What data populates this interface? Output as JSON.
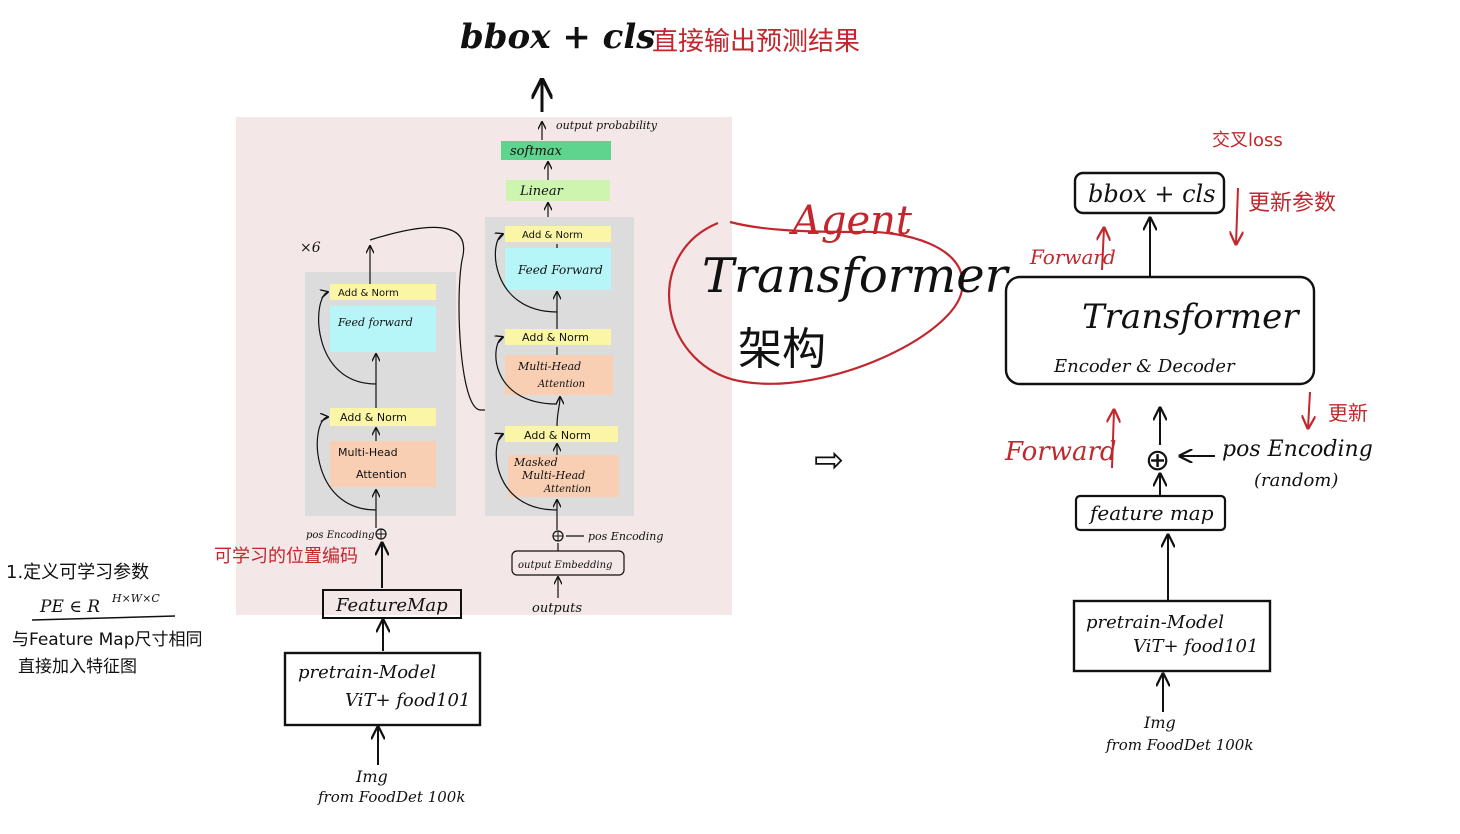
{
  "colors": {
    "ink": "#111111",
    "red_ink": "#c1272d",
    "panel_bg": "#f3e7e7",
    "block_bg": "#dcdcdc",
    "add_norm": "#fbf6a6",
    "feed_forward": "#b7f6f8",
    "attention": "#f9cfb4",
    "linear": "#cdf5b0",
    "softmax": "#5fd48f"
  },
  "top": {
    "output_label": "bbox + cls",
    "output_note": "直接输出预测结果"
  },
  "transformer_figure": {
    "output_probabilities": "output probability",
    "softmax": "softmax",
    "linear": "Linear",
    "repeat": "×6",
    "encoder": {
      "add_norm_top": "Add & Norm",
      "feed_forward": "Feed forward",
      "add_norm_bottom": "Add & Norm",
      "attention_line1": "Multi-Head",
      "attention_line2": "Attention",
      "pos_encoding": "pos Encoding"
    },
    "decoder": {
      "add_norm_top": "Add & Norm",
      "feed_forward": "Feed Forward",
      "add_norm_mid": "Add & Norm",
      "attention_line1": "Multi-Head",
      "attention_line2": "Attention",
      "add_norm_bottom": "Add & Norm",
      "masked_line1": "Masked",
      "masked_line2": "Multi-Head",
      "masked_line3": "Attention",
      "pos_encoding": "pos Encoding",
      "output_embedding": "output Embedding",
      "outputs": "outputs"
    }
  },
  "left_pipeline": {
    "learnable_pe_note": "可学习的位置编码",
    "feature_map": "FeatureMap",
    "model_line1": "pretrain-Model",
    "model_line2": "ViT+ food101",
    "input_line1": "Img",
    "input_line2": "from FoodDet 100k"
  },
  "left_note": {
    "line1": "1.定义可学习参数",
    "line2": "PE ∈ R",
    "line2_sup": "H×W×C",
    "line3": "与Feature Map尺寸相同",
    "line4": "直接加入特征图"
  },
  "middle": {
    "agent": "Agent",
    "transformer": "Transformer",
    "arch": "架构",
    "arrow": "⇨"
  },
  "right_pipeline": {
    "loss": "交叉loss",
    "update_params": "更新参数",
    "output_box": "bbox + cls",
    "forward_top": "Forward",
    "transformer_line1": "Transformer",
    "transformer_line2": "Encoder & Decoder",
    "update": "更新",
    "forward_bottom": "Forward",
    "plus": "⊕",
    "pos_encoding": "pos Encoding",
    "random": "(random)",
    "feature_map": "feature map",
    "model_line1": "pretrain-Model",
    "model_line2": "ViT+ food101",
    "input_line1": "Img",
    "input_line2": "from FoodDet 100k"
  }
}
